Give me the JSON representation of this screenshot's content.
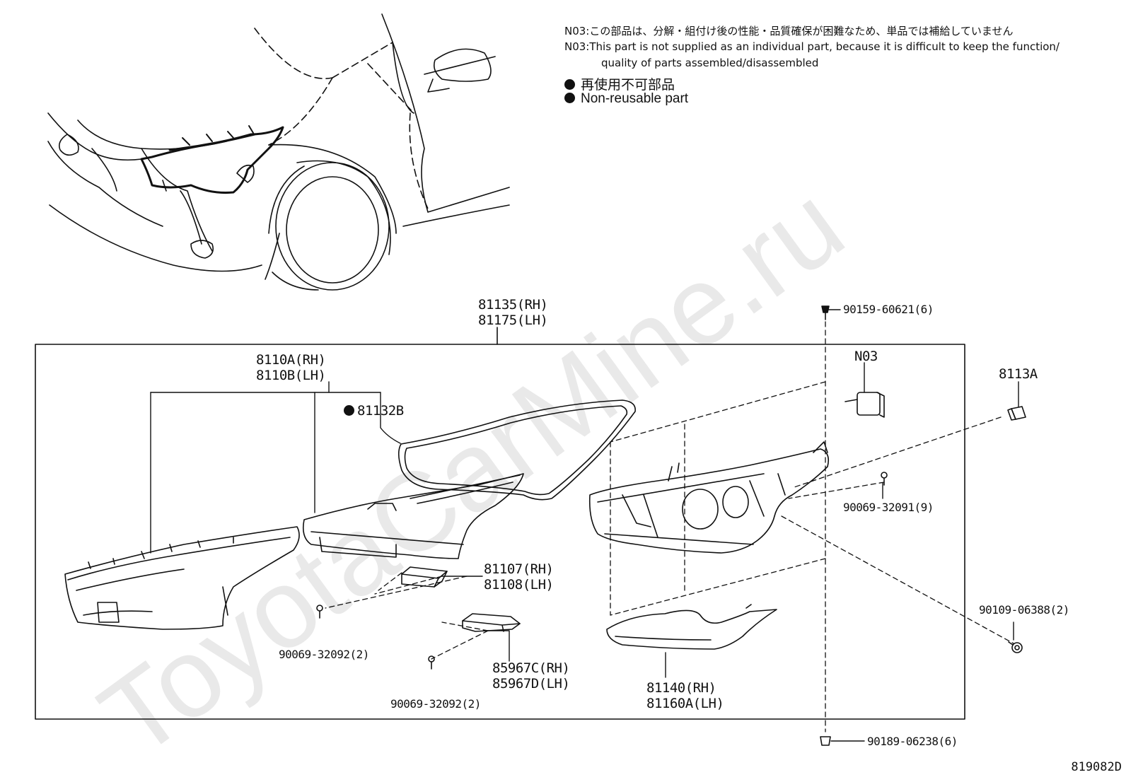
{
  "notes": {
    "jp": "N03:この部品は、分解・組付け後の性能・品質確保が困難なため、単品では補給していません",
    "en_line1": "N03:This part is not supplied as an individual part, because it is difficult to keep the function/",
    "en_line2": "quality of parts assembled/disassembled"
  },
  "legend": {
    "jp": "再使用不可部品",
    "en": "Non-reusable part"
  },
  "watermark": "ToyotaCarMine.ru",
  "labels": {
    "assy_rh": "81135(RH)",
    "assy_lh": "81175(LH)",
    "lens_rh": "8110A(RH)",
    "lens_lh": "8110B(LH)",
    "gasket": "81132B",
    "screw_top": "90159-60621(6)",
    "n03": "N03",
    "p8113a": "8113A",
    "screw_9": "90069-32091(9)",
    "ecu_rh": "81107(RH)",
    "ecu_lh": "81108(LH)",
    "screw_2a": "90069-32092(2)",
    "mod_rh": "85967C(RH)",
    "mod_lh": "85967D(LH)",
    "screw_2b": "90069-32092(2)",
    "bracket_rh": "81140(RH)",
    "bracket_lh": "81160A(LH)",
    "screw_right": "90109-06388(2)",
    "screw_bottom": "90189-06238(6)"
  },
  "figure_id": "819082D"
}
